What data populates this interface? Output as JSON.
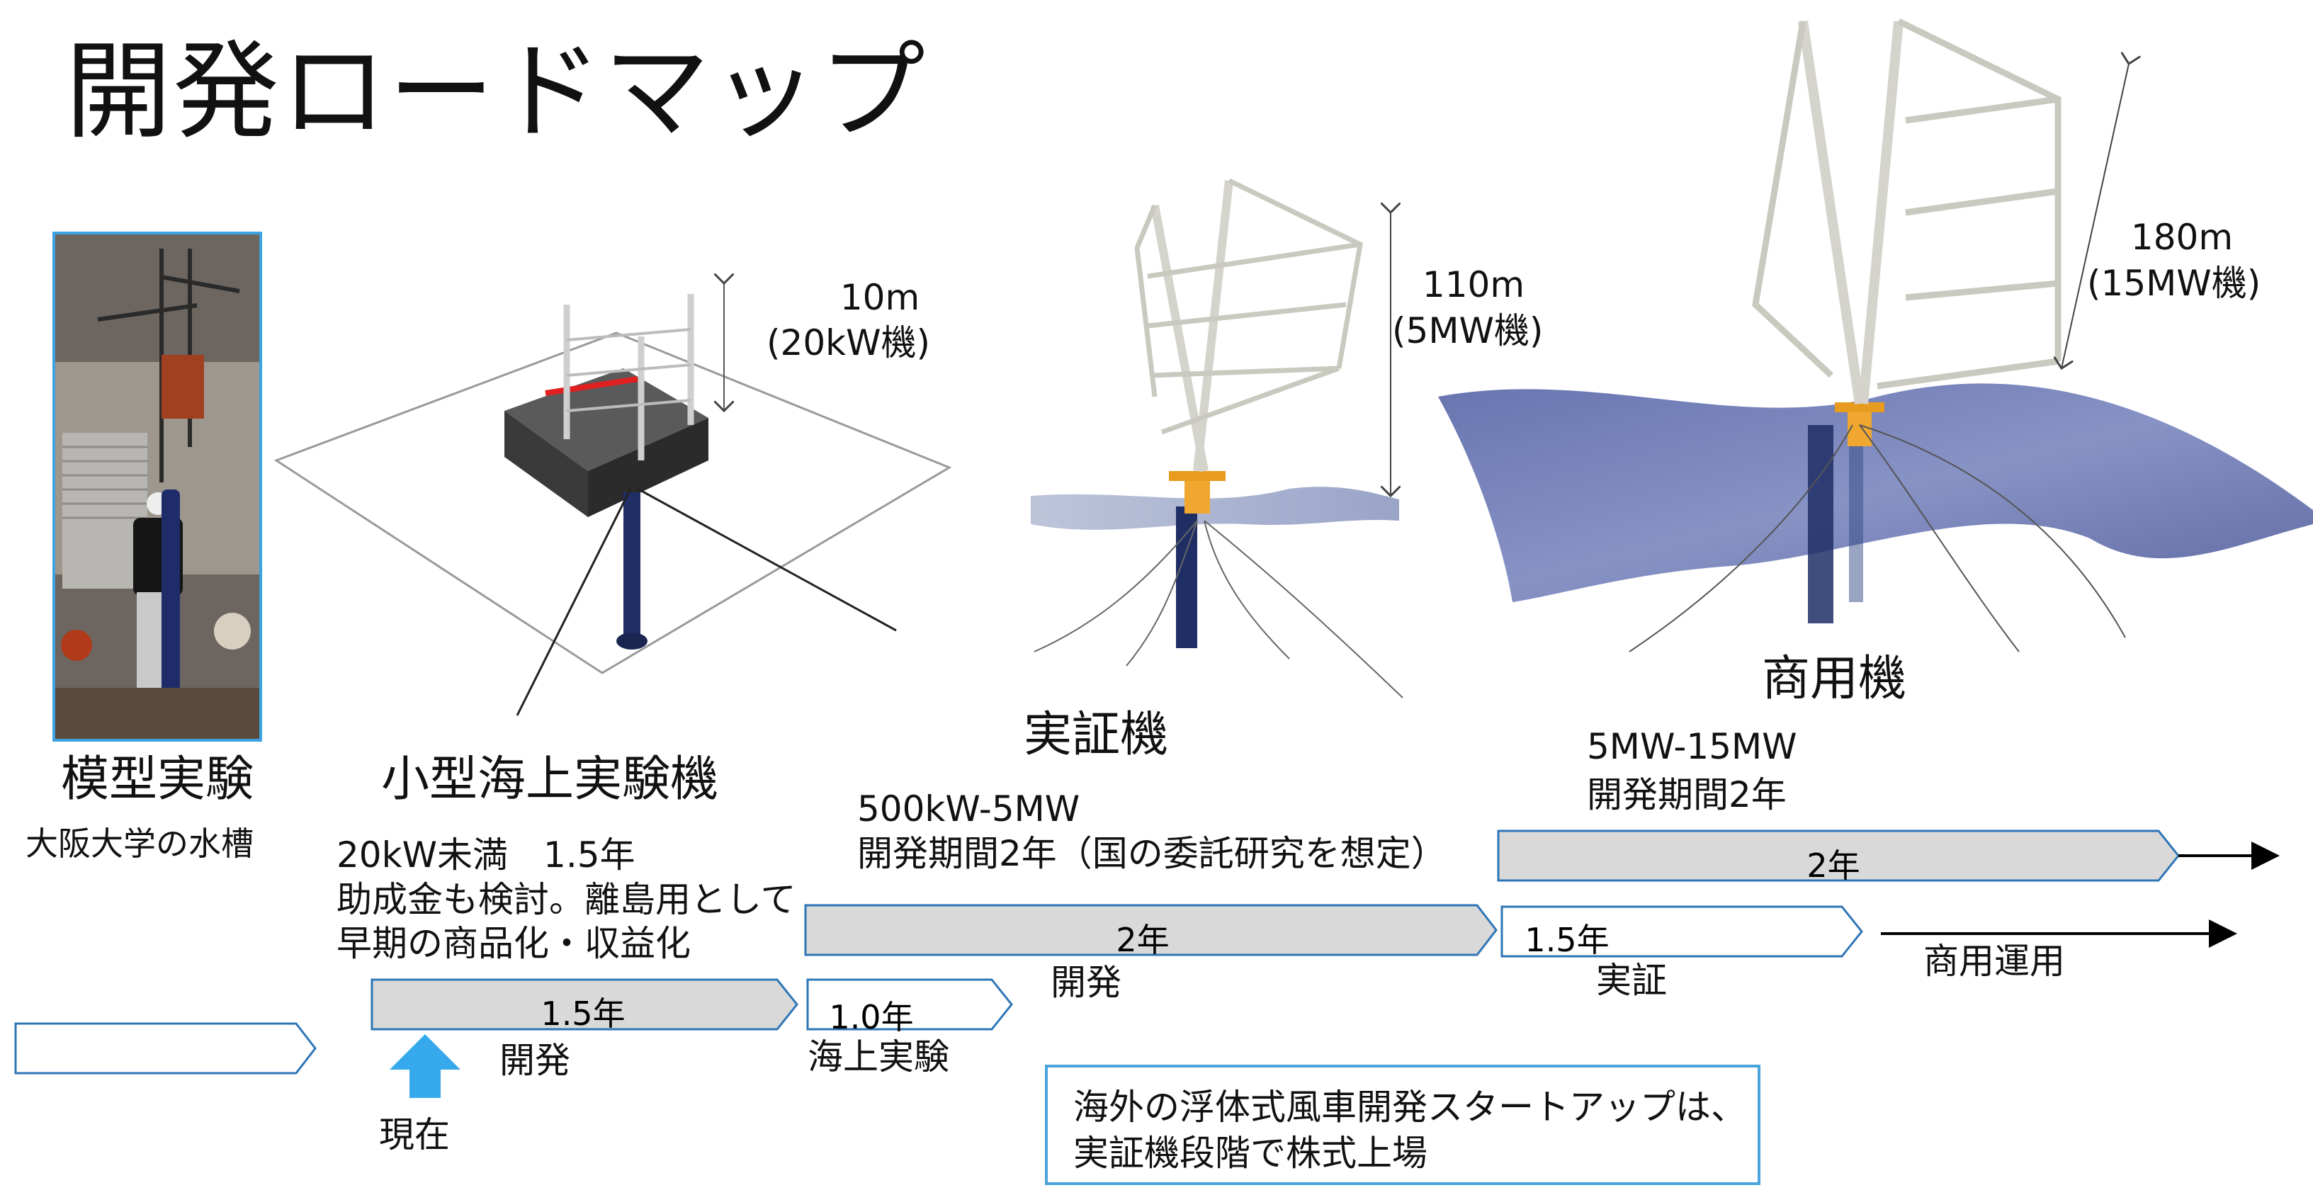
{
  "page_title": "開発ロードマップ",
  "stages": {
    "model": {
      "title": "模型実験",
      "subtitle": "大阪大学の水槽"
    },
    "small": {
      "title": "小型海上実験機",
      "line1": "20kW未満　1.5年",
      "line2": "助成金も検討。離島用として",
      "line3": "早期の商品化・収益化"
    },
    "demo": {
      "title": "実証機",
      "line1": "500kW-5MW",
      "line2": "開発期間2年（国の委託研究を想定）"
    },
    "commercial": {
      "title": "商用機",
      "line1": "5MW-15MW",
      "line2": "開発期間2年"
    }
  },
  "dimensions": {
    "small": {
      "height": "10m",
      "rating": "(20kW機)"
    },
    "demo": {
      "height": "110m",
      "rating": "(5MW機)"
    },
    "commercial": {
      "height": "180m",
      "rating": "(15MW機)"
    }
  },
  "timeline": {
    "model_bar": "",
    "small_dev_bar": "1.5年",
    "small_dev_label": "開発",
    "sea_test_bar": "1.0年",
    "sea_test_label": "海上実験",
    "demo_dev_bar": "2年",
    "demo_dev_label": "開発",
    "demo_verify_bar": "1.5年",
    "demo_verify_label": "実証",
    "commercial_dev_bar": "2年",
    "commercial_op_label": "商用運用",
    "current_label": "現在"
  },
  "note": {
    "line1": "海外の浮体式風車開発スタートアップは、",
    "line2": "実証機段階で株式上場"
  },
  "colors": {
    "bar_gray": "#d9d9d9",
    "bar_outline": "#2e75b6",
    "current_arrow": "#35a9ec",
    "photo_border": "#3ca2e0",
    "floater_orange": "#f0a730",
    "tower_navy": "#1f2f66",
    "sea_blue": "#5a68a8"
  }
}
